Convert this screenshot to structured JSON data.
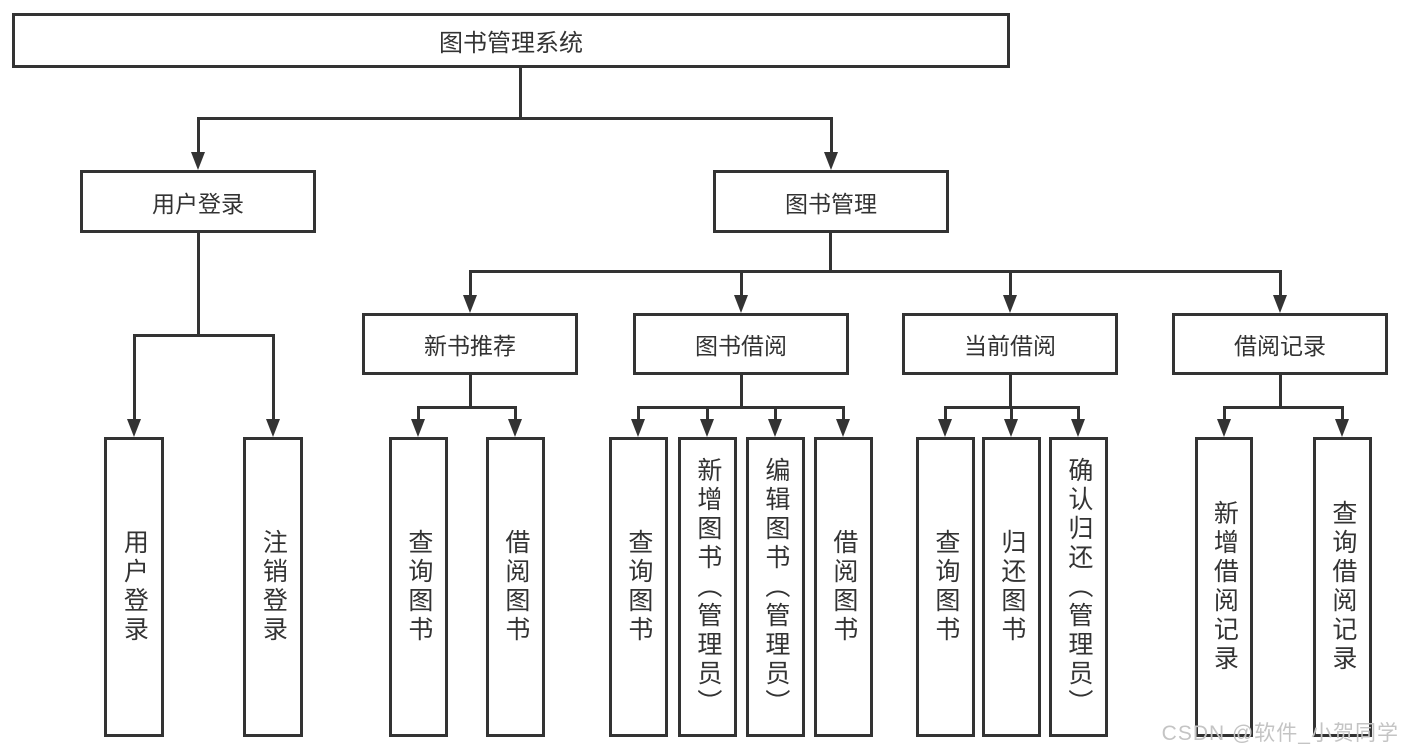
{
  "colors": {
    "line": "#333333",
    "text": "#333333",
    "watermark": "#c4c4c4",
    "background": "#ffffff"
  },
  "tree": {
    "root": {
      "label": "图书管理系统"
    },
    "children": [
      {
        "label": "用户登录",
        "children": [
          {
            "label": "用户登录"
          },
          {
            "label": "注销登录"
          }
        ]
      },
      {
        "label": "图书管理",
        "children": [
          {
            "label": "新书推荐",
            "children": [
              {
                "label": "查询图书"
              },
              {
                "label": "借阅图书"
              }
            ]
          },
          {
            "label": "图书借阅",
            "children": [
              {
                "label": "查询图书"
              },
              {
                "label": "新增图书（管理员）"
              },
              {
                "label": "编辑图书（管理员）"
              },
              {
                "label": "借阅图书"
              }
            ]
          },
          {
            "label": "当前借阅",
            "children": [
              {
                "label": "查询图书"
              },
              {
                "label": "归还图书"
              },
              {
                "label": "确认归还（管理员）"
              }
            ]
          },
          {
            "label": "借阅记录",
            "children": [
              {
                "label": "新增借阅记录"
              },
              {
                "label": "查询借阅记录"
              }
            ]
          }
        ]
      }
    ]
  },
  "watermark": {
    "text": "CSDN @软件_小贺同学"
  }
}
